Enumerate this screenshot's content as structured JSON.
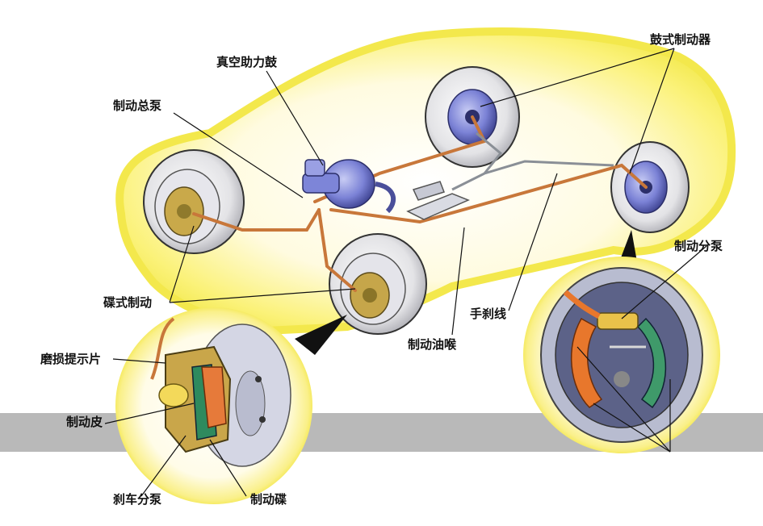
{
  "labels": {
    "vacuum_booster": "真空助力鼓",
    "drum_brake": "鼓式制动器",
    "master_cylinder": "制动总泵",
    "disc_brake": "碟式制动",
    "wheel_cylinder": "制动分泵",
    "handbrake_cable": "手刹线",
    "brake_hose": "制动油喉",
    "wear_indicator": "磨损提示片",
    "brake_pad": "制动皮",
    "caliper_cylinder": "刹车分泵",
    "brake_disc": "制动碟"
  },
  "colors": {
    "car_glow": "#f7ef5a",
    "brake_line": "#c8773a",
    "cable": "#8a8f96",
    "component_blue": "#6a72c8",
    "tire": "#e9e9ea",
    "caliper": "#c6a64a",
    "brake_shoe": "#e8772c",
    "ground_band": "#b8b8b8"
  }
}
